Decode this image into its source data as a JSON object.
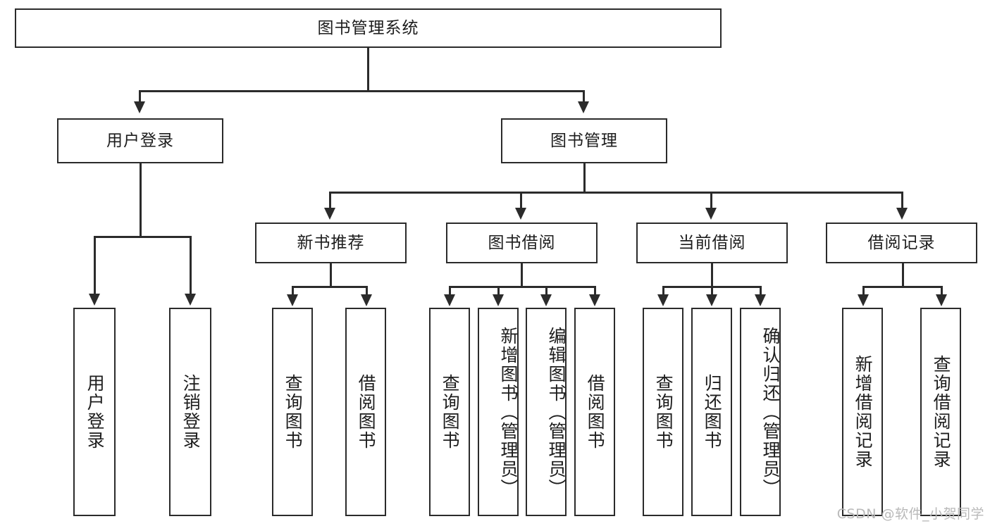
{
  "diagram": {
    "type": "tree",
    "title": "图书管理系统",
    "root": {
      "id": "root",
      "label": "图书管理系统",
      "orientation": "horizontal"
    },
    "level2": [
      {
        "id": "user-login",
        "label": "用户登录",
        "orientation": "horizontal"
      },
      {
        "id": "book-management",
        "label": "图书管理",
        "orientation": "horizontal"
      }
    ],
    "level3": [
      {
        "id": "new-book-recommend",
        "label": "新书推荐",
        "orientation": "horizontal",
        "parent": "book-management"
      },
      {
        "id": "book-borrow",
        "label": "图书借阅",
        "orientation": "horizontal",
        "parent": "book-management"
      },
      {
        "id": "current-borrow",
        "label": "当前借阅",
        "orientation": "horizontal",
        "parent": "book-management"
      },
      {
        "id": "borrow-record",
        "label": "借阅记录",
        "orientation": "horizontal",
        "parent": "book-management"
      }
    ],
    "leaves": [
      {
        "id": "leaf-user-login",
        "label": "用户登录",
        "parent": "user-login"
      },
      {
        "id": "leaf-logout-login",
        "label": "注销登录",
        "parent": "user-login"
      },
      {
        "id": "leaf-query-book-1",
        "label": "查询图书",
        "parent": "new-book-recommend"
      },
      {
        "id": "leaf-borrow-book-1",
        "label": "借阅图书",
        "parent": "new-book-recommend"
      },
      {
        "id": "leaf-query-book-2",
        "label": "查询图书",
        "parent": "book-borrow"
      },
      {
        "id": "leaf-add-book",
        "label": "新增图书（管理员）",
        "parent": "book-borrow"
      },
      {
        "id": "leaf-edit-book",
        "label": "编辑图书（管理员）",
        "parent": "book-borrow"
      },
      {
        "id": "leaf-borrow-book-2",
        "label": "借阅图书",
        "parent": "book-borrow"
      },
      {
        "id": "leaf-query-book-3",
        "label": "查询图书",
        "parent": "current-borrow"
      },
      {
        "id": "leaf-return-book",
        "label": "归还图书",
        "parent": "current-borrow"
      },
      {
        "id": "leaf-confirm-return",
        "label": "确认归还（管理员）",
        "parent": "current-borrow"
      },
      {
        "id": "leaf-add-record",
        "label": "新增借阅记录",
        "parent": "borrow-record"
      },
      {
        "id": "leaf-query-record",
        "label": "查询借阅记录",
        "parent": "borrow-record"
      }
    ],
    "colors": {
      "stroke": "#2b2b2b",
      "fill": "#ffffff",
      "text": "#1d1d1d",
      "watermark": "#b9b9b9"
    }
  },
  "watermark": {
    "text": "CSDN @软件_小贺同学"
  }
}
